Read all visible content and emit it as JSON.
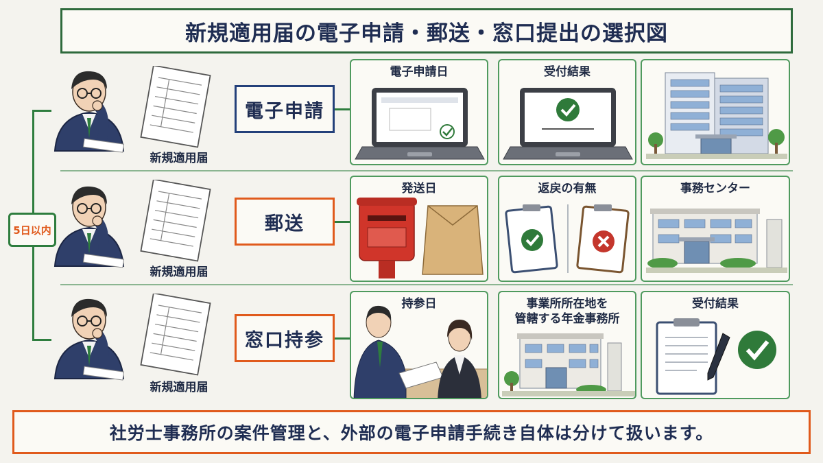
{
  "title": "新規適用届の電子申請・郵送・窓口提出の選択図",
  "deadline_badge": "5日以内",
  "rows": [
    {
      "form_label": "新規適用届",
      "method": "電子申請",
      "steps": [
        {
          "label": "電子申請日",
          "icon": "laptop-check-icon"
        },
        {
          "label": "受付結果",
          "icon": "laptop-result-icon"
        },
        {
          "label": "",
          "icon": "office-building-icon"
        }
      ]
    },
    {
      "form_label": "新規適用届",
      "method": "郵送",
      "steps": [
        {
          "label": "発送日",
          "icon": "mailbox-envelope-icon"
        },
        {
          "label": "返戻の有無",
          "icon": "clipboard-check-cross-icon"
        },
        {
          "label": "事務センター",
          "icon": "service-center-building-icon"
        }
      ]
    },
    {
      "form_label": "新規適用届",
      "method": "窓口持参",
      "steps": [
        {
          "label": "持参日",
          "icon": "counter-handover-icon"
        },
        {
          "label_line1": "事業所所在地を",
          "label_line2": "管轄する年金事務所",
          "icon": "pension-office-building-icon"
        },
        {
          "label": "受付結果",
          "icon": "clipboard-pen-check-icon"
        }
      ]
    }
  ],
  "footer_note": "社労士事務所の案件管理と、外部の電子申請手続き自体は分けて扱います。",
  "colors": {
    "green": "#2e7d3e",
    "navy": "#1f2d52",
    "orange": "#e05a1c",
    "check_green": "#2f7a3a",
    "cross_red": "#c4362c"
  }
}
